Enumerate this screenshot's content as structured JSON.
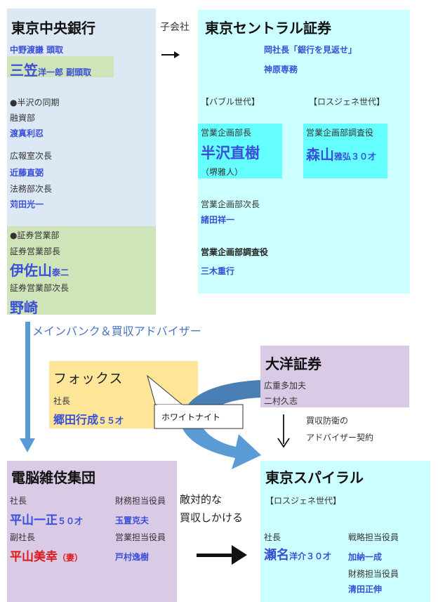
{
  "bank": {
    "title": "東京中央銀行",
    "nakano": "中野渡謙 頭取",
    "mikasa_name": "三笠",
    "mikasa_rest": "洋一郎 副頭取",
    "doki_header": "●半沢の同期",
    "yushi_dept": "融資部",
    "tomari": "渡真利忍",
    "koho_title": "広報室次長",
    "kondo": "近藤直弼",
    "homu_title": "法務部次長",
    "karita": "苅田光一",
    "shoken_header": "●証券営業部",
    "shoken_head_title": "証券営業部長",
    "isayama_name": "伊佐山",
    "isayama_rest": "泰二",
    "shoken_deputy_title": "証券営業部次長",
    "nozaki": "野崎"
  },
  "subsidiary_label": "子会社",
  "central": {
    "title": "東京セントラル証券",
    "oka": "岡社長「銀行を見返せ」",
    "kanbara": "神原専務",
    "bubble": "【バブル世代】",
    "lostgen": "【ロスジェネ世代】",
    "hanzawa_title": "営業企画部長",
    "hanzawa_name": "半沢直樹",
    "hanzawa_actor": "（堺雅人）",
    "moriyama_title": "営業企画部調査役",
    "moriyama_name": "森山",
    "moriyama_rest": "雅弘３０才",
    "moroda_title": "営業企画部次長",
    "moroda": "諸田祥一",
    "mitsuki_title": "営業企画部調査役",
    "mitsuki": "三木重行"
  },
  "mainbank_label": "メインバンク＆買収アドバイザー",
  "fox": {
    "title": "フォックス",
    "pres_title": "社長",
    "pres_name": "郷田行成",
    "pres_age": "５５才"
  },
  "whiteknight": "ホワイトナイト",
  "taiyo": {
    "title": "大洋証券",
    "person1": "広重多加夫",
    "person2": "二村久志"
  },
  "defense_label_1": "買収防衛の",
  "defense_label_2": "アドバイザー契約",
  "denno": {
    "title": "電脳雑伎集団",
    "pres_title": "社長",
    "pres_name": "平山一正",
    "pres_age": "５０才",
    "vp_title": "副社長",
    "vp_name": "平山美幸",
    "vp_note": "（妻）",
    "finance_title": "財務担当役員",
    "finance_name": "玉置克夫",
    "sales_title": "営業担当役員",
    "sales_name": "戸村逸樹"
  },
  "hostile_1": "敵対的な",
  "hostile_2": "買収しかける",
  "spiral": {
    "title": "東京スパイラル",
    "lostgen": "【ロスジェネ世代】",
    "pres_title": "社長",
    "pres_name": "瀬名",
    "pres_rest": "洋介３０才",
    "strategy_title": "戦略担当役員",
    "strategy_name": "加納一成",
    "finance_title": "財務担当役員",
    "finance_name": "清田正伸"
  },
  "colors": {
    "bank_bg": "#dce8f4",
    "bank_green": "#cfe4b8",
    "central_bg": "#ccffff",
    "central_hl": "#66ffff",
    "fox_bg": "#ffe699",
    "taiyo_bg": "#d9cbe6",
    "denno_bg": "#d9cbe6",
    "spiral_bg": "#ccffff",
    "accent_blue": "#3a4fd8",
    "arrow_blue": "#5b9bd5"
  }
}
